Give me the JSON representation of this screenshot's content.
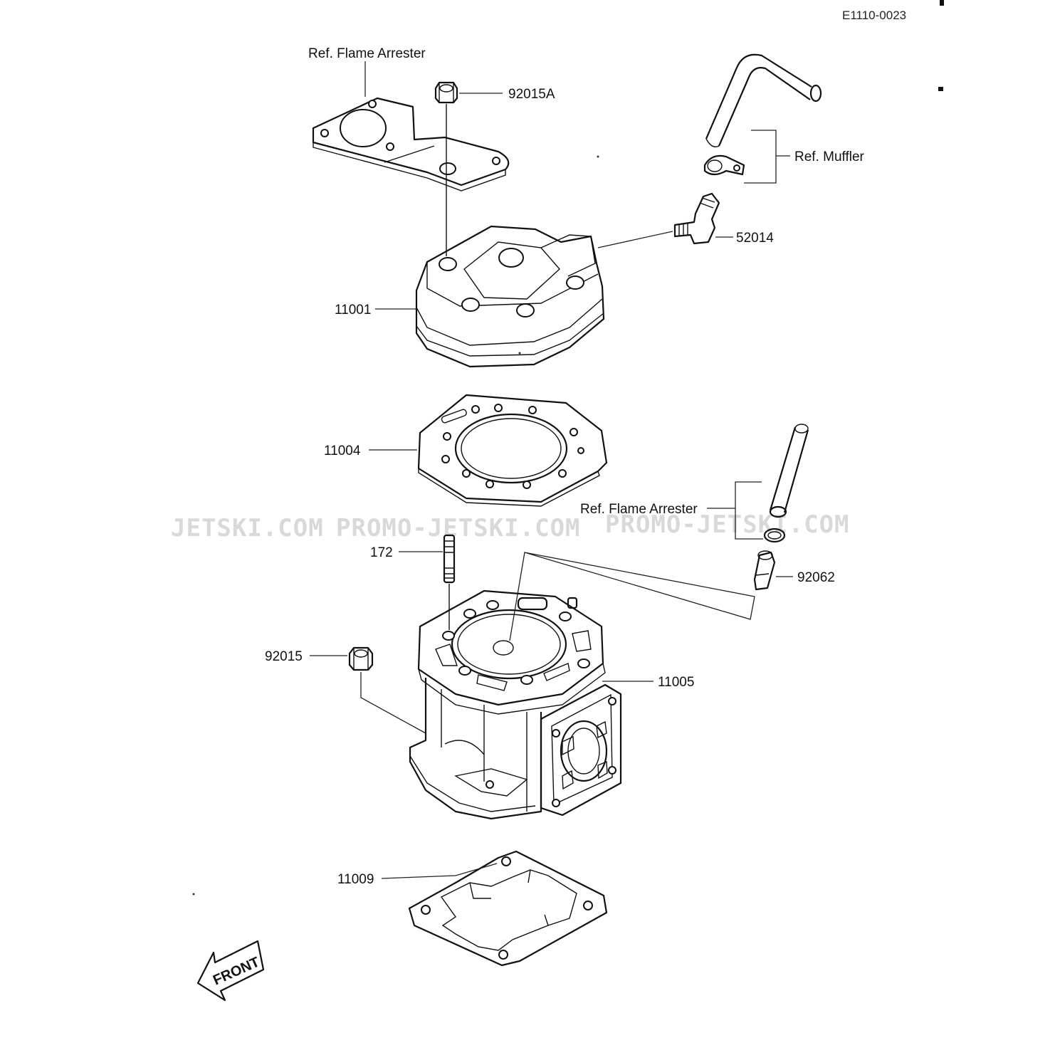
{
  "diagram": {
    "code": "E1110-0023",
    "watermarks": [
      "JETSKI.COM",
      "PROMO-JETSKI.COM",
      "PROMO-JETSKI.COM"
    ],
    "labels": {
      "ref_flame_arrester_top": "Ref. Flame Arrester",
      "part_92015A": "92015A",
      "ref_muffler": "Ref. Muffler",
      "part_52014": "52014",
      "part_11001": "11001",
      "part_11004": "11004",
      "ref_flame_arrester_mid": "Ref. Flame Arrester",
      "part_172": "172",
      "part_92062": "92062",
      "part_92015": "92015",
      "part_11005": "11005",
      "part_11009": "11009"
    },
    "front_arrow": "FRONT",
    "colors": {
      "ink": "#111111",
      "watermark": "#d9d9d9",
      "background": "#ffffff"
    }
  }
}
